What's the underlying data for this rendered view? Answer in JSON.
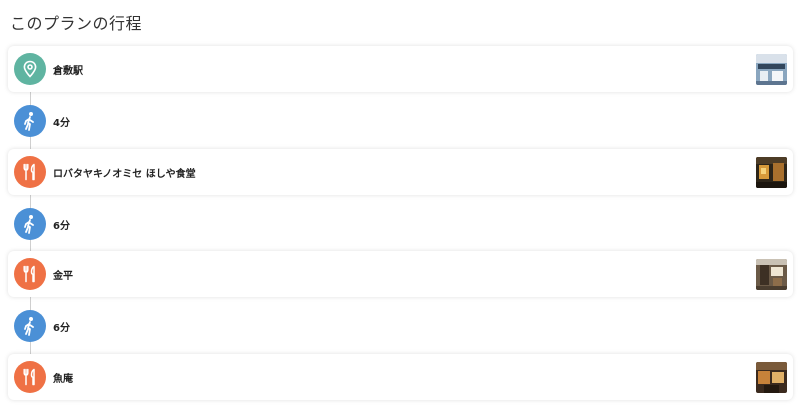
{
  "page_title": "このプランの行程",
  "colors": {
    "start": "#5fb4a1",
    "restaurant": "#ef7145",
    "walk": "#4b90d6"
  },
  "itinerary": [
    {
      "type": "spot",
      "icon": "map-pin-icon",
      "label": "倉敷駅"
    },
    {
      "type": "walk",
      "icon": "walking-person-icon",
      "label": "4分"
    },
    {
      "type": "spot",
      "icon": "fork-knife-icon",
      "label": "ロバタヤキノオミセ ほしや食堂"
    },
    {
      "type": "walk",
      "icon": "walking-person-icon",
      "label": "6分"
    },
    {
      "type": "spot",
      "icon": "fork-knife-icon",
      "label": "金平"
    },
    {
      "type": "walk",
      "icon": "walking-person-icon",
      "label": "6分"
    },
    {
      "type": "spot",
      "icon": "fork-knife-icon",
      "label": "魚庵"
    }
  ]
}
